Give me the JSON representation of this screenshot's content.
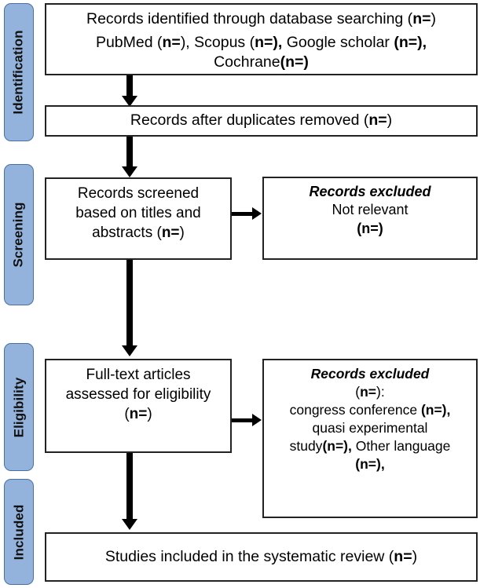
{
  "diagram": {
    "type": "prisma-flow-diagram",
    "title": "PRISMA flow diagram",
    "colors": {
      "stage_pill_fill": "#94b3dc",
      "stage_pill_border": "#4a6fa5",
      "box_border": "#222222",
      "box_fill": "#ffffff",
      "arrow": "#000000",
      "text": "#000000"
    }
  },
  "stages": [
    {
      "id": "identification",
      "label": "Identification"
    },
    {
      "id": "screening",
      "label": "Screening"
    },
    {
      "id": "eligibility",
      "label": "Eligibility"
    },
    {
      "id": "included",
      "label": "Included"
    }
  ],
  "boxes": {
    "identified": {
      "line1": "Records identified through database searching (",
      "line1_bold": "n=",
      "line1_end": ")",
      "line2_a": "PubMed (",
      "line2_b": "n=",
      "line2_c": "), Scopus (",
      "line2_d": "n=),",
      "line2_e": " Google scholar ",
      "line2_f": "(n=),",
      "line3_a": "Cochrane",
      "line3_b": "(n=)"
    },
    "duplicates_removed": {
      "text_a": "Records after duplicates removed (",
      "text_b": "n=",
      "text_c": ")"
    },
    "screened": {
      "line1": "Records screened",
      "line2": "based on titles and",
      "line3_a": "abstracts  (",
      "line3_b": "n=",
      "line3_c": ")"
    },
    "excluded_screening": {
      "line1": "Records excluded",
      "line2": "Not relevant",
      "line3": "(n=)"
    },
    "fulltext": {
      "line1": "Full-text articles",
      "line2": "assessed for eligibility",
      "line3_a": "(",
      "line3_b": "n=",
      "line3_c": ")"
    },
    "excluded_eligibility": {
      "line1": "Records excluded",
      "line2_a": "(",
      "line2_b": "n=",
      "line2_c": "):",
      "line3_a": "congress conference ",
      "line3_b": "(n=),",
      "line4": "quasi experimental",
      "line5_a": "study",
      "line5_b": "(n=),",
      "line5_c": " Other language",
      "line6": "(n=),"
    },
    "included_studies": {
      "text_a": "Studies included in the systematic review (",
      "text_b": "n=",
      "text_c": ")"
    }
  },
  "connectors": [
    {
      "id": "identified-to-duplicates",
      "direction": "down"
    },
    {
      "id": "duplicates-to-screened",
      "direction": "down"
    },
    {
      "id": "screened-to-excluded",
      "direction": "right"
    },
    {
      "id": "screened-to-fulltext",
      "direction": "down"
    },
    {
      "id": "fulltext-to-excluded",
      "direction": "right"
    },
    {
      "id": "fulltext-to-included",
      "direction": "down"
    }
  ]
}
